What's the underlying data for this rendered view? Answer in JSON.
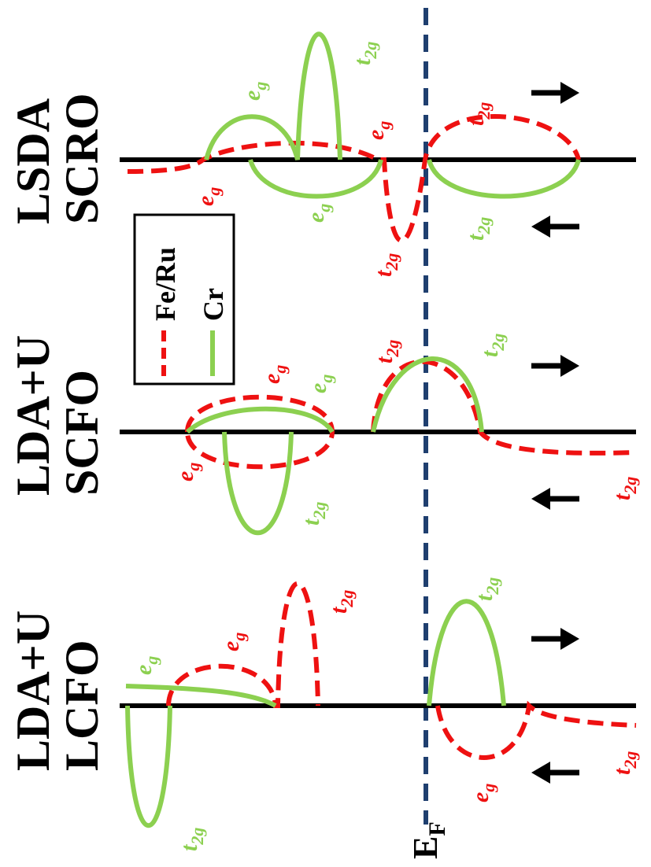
{
  "colors": {
    "fe_ru": "#ee1111",
    "cr": "#8cd050",
    "fermi": "#1f3f6f",
    "axis": "#000000"
  },
  "fermi_label": {
    "main": "E",
    "sub": "F"
  },
  "legend": {
    "fe_ru": "Fe/Ru",
    "cr": "Cr"
  },
  "panels": [
    {
      "id": "scro",
      "line1": "LSDA",
      "line2": "SCRO",
      "spin_up_icon": "arrow-right-icon",
      "spin_down_icon": "arrow-left-icon"
    },
    {
      "id": "scfo",
      "line1": "LDA+U",
      "line2": "SCFO",
      "spin_up_icon": "arrow-right-icon",
      "spin_down_icon": "arrow-left-icon"
    },
    {
      "id": "lcfo",
      "line1": "LDA+U",
      "line2": "LCFO",
      "spin_up_icon": "arrow-right-icon",
      "spin_down_icon": "arrow-left-icon"
    }
  ],
  "orbital_labels": {
    "eg": {
      "main": "e",
      "sub": "g"
    },
    "t2g": {
      "main": "t",
      "sub": "2g"
    }
  }
}
